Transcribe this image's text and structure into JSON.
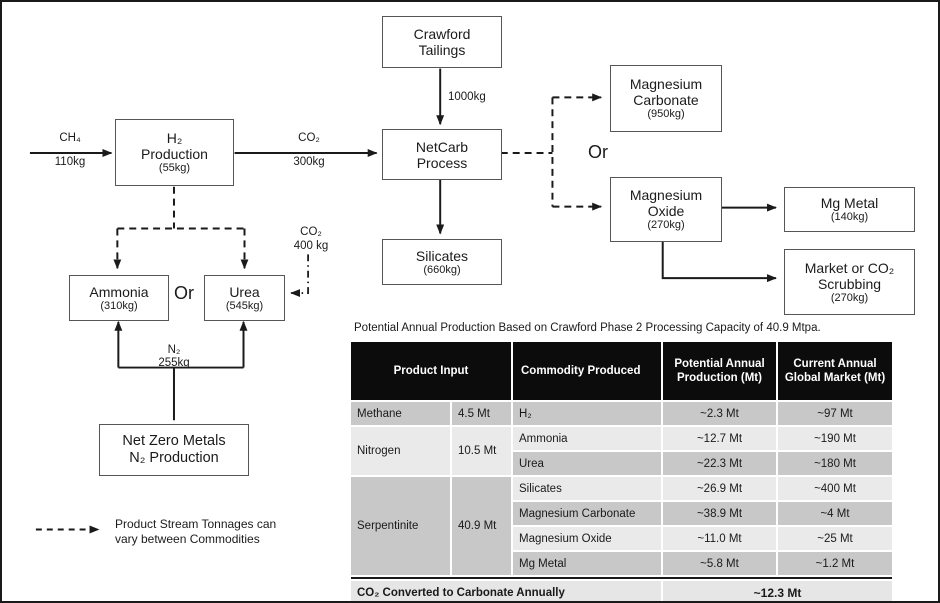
{
  "diagram": {
    "boxes": {
      "crawford": {
        "line1": "Crawford",
        "line2": "Tailings"
      },
      "h2prod": {
        "line1": "H₂",
        "line2": "Production",
        "amount": "(55kg)"
      },
      "netcarb": {
        "line1": "NetCarb",
        "line2": "Process"
      },
      "silicates": {
        "line1": "Silicates",
        "amount": "(660kg)"
      },
      "mgcarb": {
        "line1": "Magnesium",
        "line2": "Carbonate",
        "amount": "(950kg)"
      },
      "mgoxide": {
        "line1": "Magnesium",
        "line2": "Oxide",
        "amount": "(270kg)"
      },
      "mgmetal": {
        "line1": "Mg Metal",
        "amount": "(140kg)"
      },
      "market": {
        "line1": "Market or CO₂",
        "line2": "Scrubbing",
        "amount": "(270kg)"
      },
      "ammonia": {
        "line1": "Ammonia",
        "amount": "(310kg)"
      },
      "urea": {
        "line1": "Urea",
        "amount": "(545kg)"
      },
      "netzero": {
        "line1": "Net Zero Metals",
        "line2": "N₂ Production"
      }
    },
    "flow_labels": {
      "ch4": {
        "top": "CH₄",
        "bottom": "110kg"
      },
      "co2_300": {
        "top": "CO₂",
        "bottom": "300kg"
      },
      "tailings": "1000kg",
      "co2_400": {
        "top": "CO₂",
        "bottom": "400 kg"
      },
      "n2_255": {
        "top": "N₂",
        "bottom": "255kg"
      },
      "or_products": "Or",
      "or_magnesium": "Or"
    },
    "legend": {
      "line1": "Product Stream Tonnages can",
      "line2": "vary between Commodities"
    }
  },
  "table": {
    "title": "Potential Annual Production Based on Crawford Phase 2 Processing Capacity of 40.9 Mtpa.",
    "header": {
      "product_input": "Product Input",
      "commodity": "Commodity Produced",
      "potential": "Potential Annual Production (Mt)",
      "market": "Current Annual Global Market (Mt)"
    },
    "rows": [
      {
        "input": "Methane",
        "input_amt": "4.5 Mt",
        "commodity": "H₂",
        "potential": "~2.3 Mt",
        "market": "~97 Mt"
      },
      {
        "input": "Nitrogen",
        "input_amt": "10.5 Mt",
        "commodity": "Ammonia",
        "potential": "~12.7 Mt",
        "market": "~190 Mt"
      },
      {
        "commodity": "Urea",
        "potential": "~22.3 Mt",
        "market": "~180 Mt"
      },
      {
        "input": "Serpentinite",
        "input_amt": "40.9 Mt",
        "commodity": "Silicates",
        "potential": "~26.9 Mt",
        "market": "~400 Mt"
      },
      {
        "commodity": "Magnesium Carbonate",
        "potential": "~38.9 Mt",
        "market": "~4 Mt"
      },
      {
        "commodity": "Magnesium Oxide",
        "potential": "~11.0 Mt",
        "market": "~25 Mt"
      },
      {
        "commodity": "Mg Metal",
        "potential": "~5.8 Mt",
        "market": "~1.2 Mt"
      }
    ],
    "footer": {
      "label": "CO₂ Converted to Carbonate Annually",
      "value": "~12.3 Mt"
    }
  },
  "colors": {
    "border": "#1a1a1a",
    "box_border": "#565656",
    "header_bg": "#0c0c0c",
    "header_text": "#ffffff",
    "row_dark": "#c8c8c8",
    "row_light": "#eaeaea",
    "footer_bg": "#e6e6e6"
  }
}
